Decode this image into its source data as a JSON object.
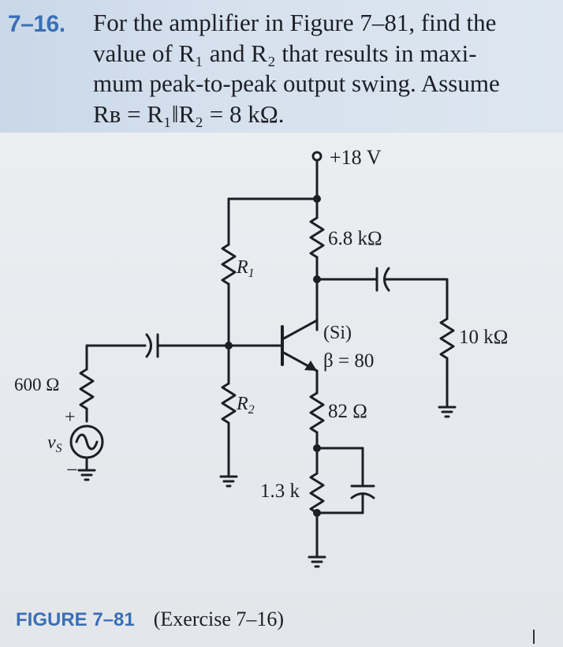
{
  "problem": {
    "number": "7–16.",
    "lines": [
      "For the amplifier in Figure 7–81, find the",
      "value of R₁ and R₂ that results in maxi-",
      "mum peak-to-peak output swing. Assume",
      "Rʙ = R₁‖R₂ = 8 kΩ."
    ]
  },
  "circuit": {
    "supply": "+18 V",
    "rc": "6.8 kΩ",
    "r1": "R",
    "r1_sub": "1",
    "r2": "R",
    "r2_sub": "2",
    "transistor_type": "(Si)",
    "beta": "β = 80",
    "load": "10 kΩ",
    "re1": "82 Ω",
    "re2": "1.3 k",
    "source_resistance": "600 Ω",
    "source_label": "v",
    "source_label_sub": "S",
    "plus": "+",
    "minus": "−"
  },
  "figure": {
    "label": "FIGURE 7–81",
    "title": "(Exercise 7–16)"
  },
  "colors": {
    "accent": "#3a6fb5",
    "header_band": "#d3dfed",
    "ink": "#1c1f26"
  }
}
